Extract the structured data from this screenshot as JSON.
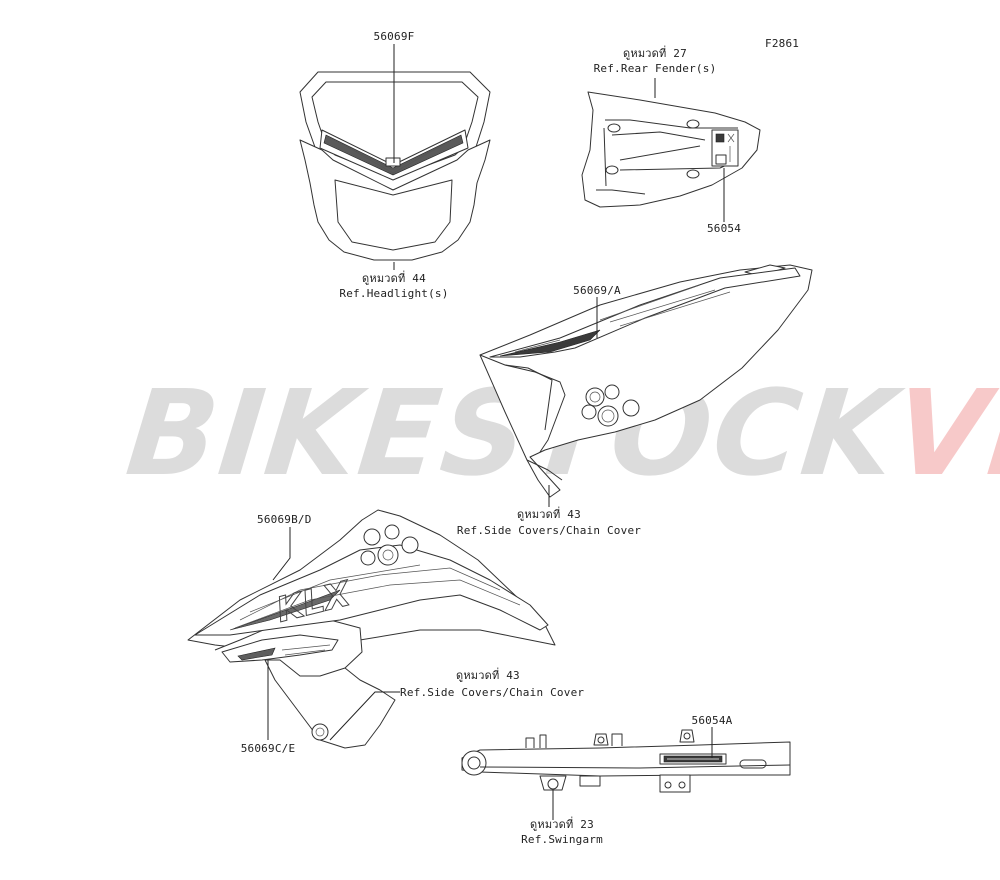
{
  "figure_code": "F2861",
  "watermark": {
    "part1": "BIKESTOCK",
    "part2": "VN",
    "color1": "#9a9a9a",
    "color2": "#e04444"
  },
  "parts": {
    "headlight_decal": {
      "part_no": "56069F",
      "ref_thai": "ดูหมวดที่ 44",
      "ref_en": "Ref.Headlight(s)"
    },
    "rear_fender": {
      "ref_thai": "ดูหมวดที่ 27",
      "ref_en": "Ref.Rear Fender(s)",
      "part_no": "56054"
    },
    "side_cover_decal": {
      "part_no": "56069/A",
      "ref_thai": "ดูหมวดที่ 43",
      "ref_en": "Ref.Side Covers/Chain Cover"
    },
    "shroud_decal": {
      "part_no_upper": "56069B/D",
      "part_no_lower": "56069C/E",
      "ref_thai": "ดูหมวดที่ 43",
      "ref_en": "Ref.Side Covers/Chain Cover"
    },
    "swingarm_decal": {
      "part_no": "56054A",
      "ref_thai": "ดูหมวดที่ 23",
      "ref_en": "Ref.Swingarm"
    }
  }
}
